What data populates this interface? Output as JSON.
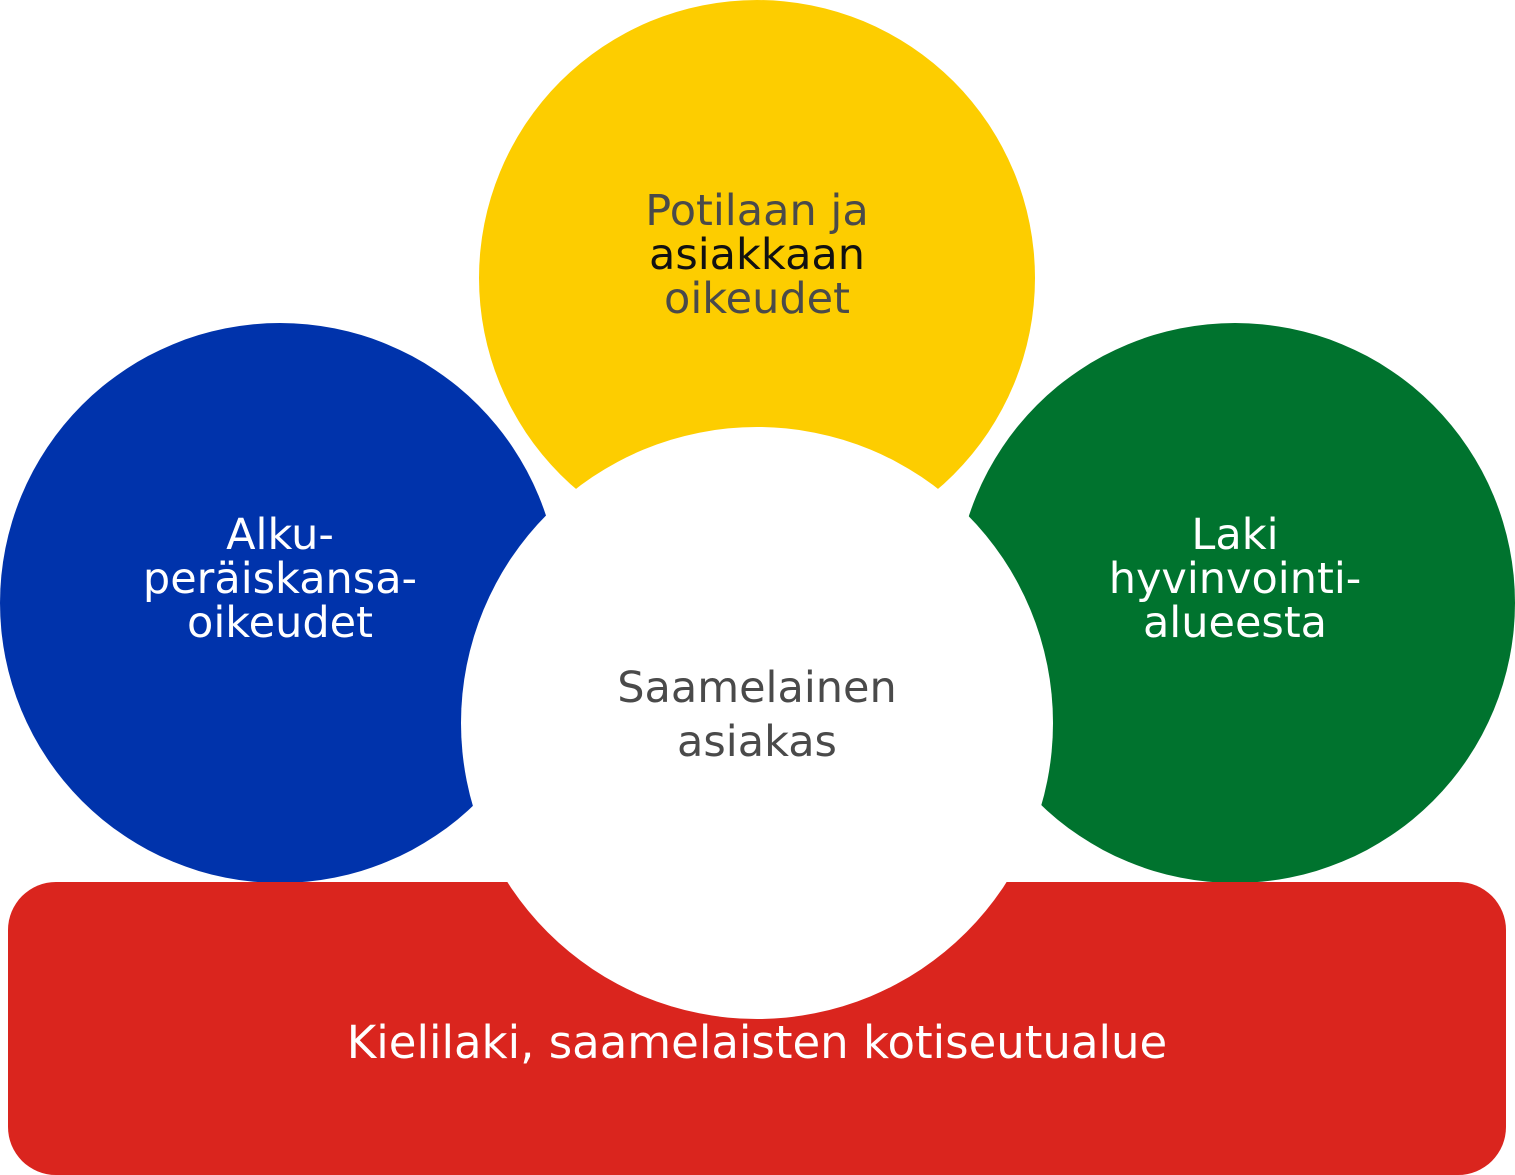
{
  "diagram": {
    "center": {
      "lines": [
        "Saamelainen",
        "asiakas"
      ],
      "color": "#ffffff",
      "text_color": "#4a4a4a"
    },
    "top": {
      "lines": [
        "Potilaan ja",
        "asiakkaan",
        "oikeudet"
      ],
      "color": "#fdcd00",
      "text_color": "#4a4a4a"
    },
    "left": {
      "lines": [
        "Alku-",
        "peräiskansa-",
        "oikeudet"
      ],
      "color": "#0033ab",
      "text_color": "#ffffff"
    },
    "right": {
      "lines": [
        "Laki",
        "hyvinvointi-",
        "alueesta"
      ],
      "color": "#00732e",
      "text_color": "#ffffff"
    },
    "bottom": {
      "text": "Kielilaki, saamelaisten kotiseutualue",
      "color": "#da251e",
      "text_color": "#ffffff"
    }
  }
}
